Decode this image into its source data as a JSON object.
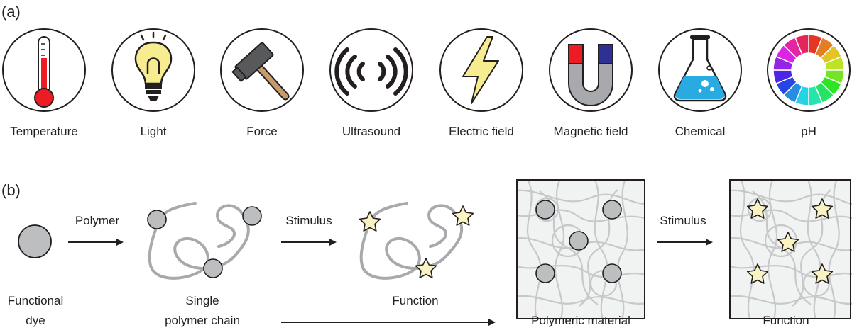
{
  "panel_a": {
    "label": "(a)",
    "items": [
      {
        "label": "Temperature",
        "icon": "thermometer-icon"
      },
      {
        "label": "Light",
        "icon": "light-bulb-icon"
      },
      {
        "label": "Force",
        "icon": "hammer-icon"
      },
      {
        "label": "Ultrasound",
        "icon": "sound-waves-icon"
      },
      {
        "label": "Electric field",
        "icon": "lightning-bolt-icon"
      },
      {
        "label": "Magnetic field",
        "icon": "horseshoe-magnet-icon"
      },
      {
        "label": "Chemical",
        "icon": "flask-icon"
      },
      {
        "label": "pH",
        "icon": "color-wheel-icon"
      }
    ]
  },
  "panel_b": {
    "label": "(b)",
    "dye_label_line1": "Functional",
    "dye_label_line2": "dye",
    "arrow1_label": "Polymer",
    "chain_label_line1": "Single",
    "chain_label_line2": "polymer chain",
    "arrow2_label": "Stimulus",
    "function1_label": "Function",
    "material_label": "Polymeric material",
    "arrow3_label": "Stimulus",
    "function2_label": "Function"
  },
  "colors": {
    "outline": "#231f20",
    "dye_gray": "#bcbec0",
    "chain_gray": "#a7a9ac",
    "star_fill": "#f9f3c3",
    "box_fill": "#f1f2f2",
    "mesh": "#c7c8ca"
  }
}
